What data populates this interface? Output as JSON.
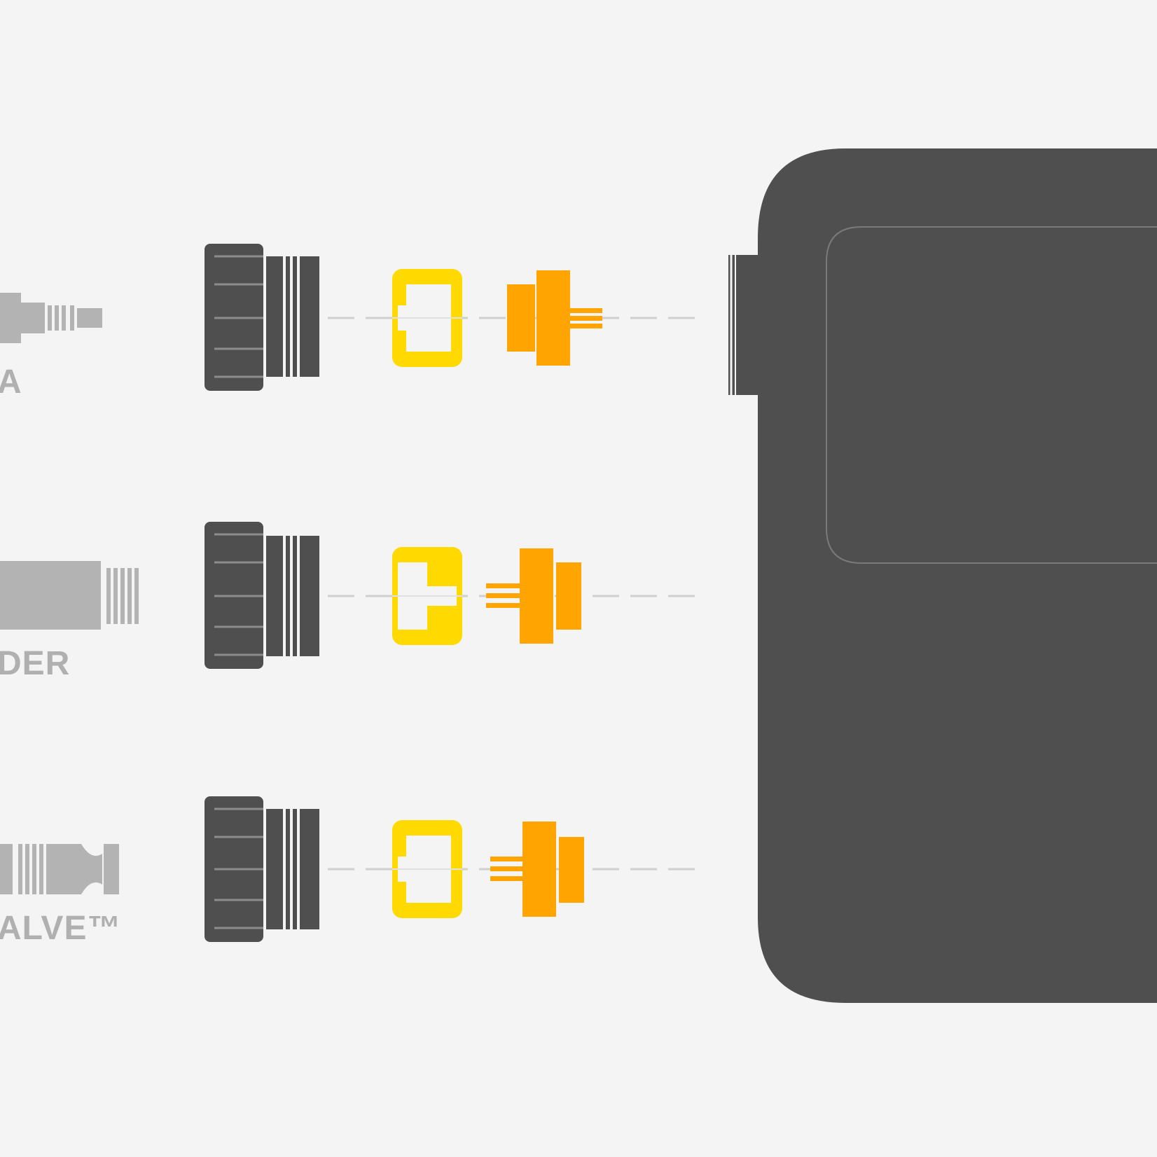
{
  "colors": {
    "background": "#f4f4f4",
    "device_body": "#4f4f4f",
    "device_outline": "#7a7a7a",
    "adapter_dark": "#4f4f4f",
    "adapter_line": "#8c8c8c",
    "connector_gray": "#b3b3b3",
    "label_gray": "#b0b0b0",
    "dashed_line": "#cfcfcf",
    "yellow_part": "#ffd900",
    "orange_part": "#ffa400"
  },
  "rows": [
    {
      "id": "row-1",
      "label": "A",
      "connector_icon": "threaded-fitting-icon"
    },
    {
      "id": "row-2",
      "label": "DER",
      "connector_icon": "cylinder-fitting-icon"
    },
    {
      "id": "row-3",
      "label": "ALVE™",
      "connector_icon": "valve-fitting-icon"
    }
  ]
}
